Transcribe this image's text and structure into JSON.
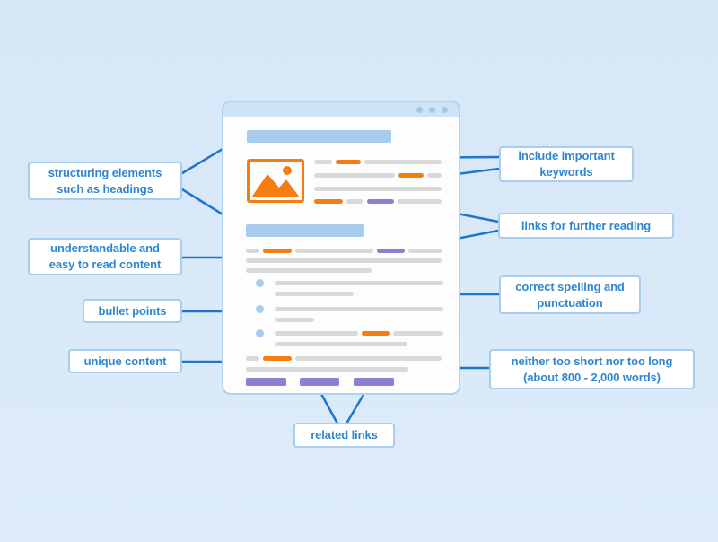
{
  "colors": {
    "background": "#d6e7f7",
    "connector": "#1d76cb",
    "label_text": "#2e86d2",
    "label_border": "#a9cdec",
    "label_bg": "#ffffff",
    "window_border": "#b1d3f0",
    "window_header": "#cde3f6",
    "window_dots": "#a4c7e7",
    "window_bg": "#fdfdfd",
    "heading_bar": "#a8cdec",
    "text_bar": "#d9d9d9",
    "orange_bar": "#f57d11",
    "purple_bar": "#8c80d0",
    "bullet_dot": "#a7cbf0"
  },
  "browser_window": {
    "titlebar_dots": 3,
    "icons": {
      "image_placeholder": "image-placeholder-icon",
      "window_controls": "window-control-dots"
    },
    "mock_elements": {
      "heading_bars": 2,
      "bullet_points": 3,
      "keyword_highlights_orange": 5,
      "link_highlights_purple": 2,
      "related_link_bars": 3
    }
  },
  "annotations": {
    "structuring": {
      "text": "structuring elements\nsuch as headings"
    },
    "understandable": {
      "text": "understandable and\neasy to read content"
    },
    "bullet_points": {
      "text": "bullet points"
    },
    "unique_content": {
      "text": "unique content"
    },
    "keywords": {
      "text": "include important\nkeywords"
    },
    "further_reading": {
      "text": "links for further reading"
    },
    "spelling": {
      "text": "correct spelling and\npunctuation"
    },
    "length": {
      "text": "neither too short nor too long\n(about 800 - 2,000 words)"
    },
    "related_links": {
      "text": "related links"
    }
  }
}
